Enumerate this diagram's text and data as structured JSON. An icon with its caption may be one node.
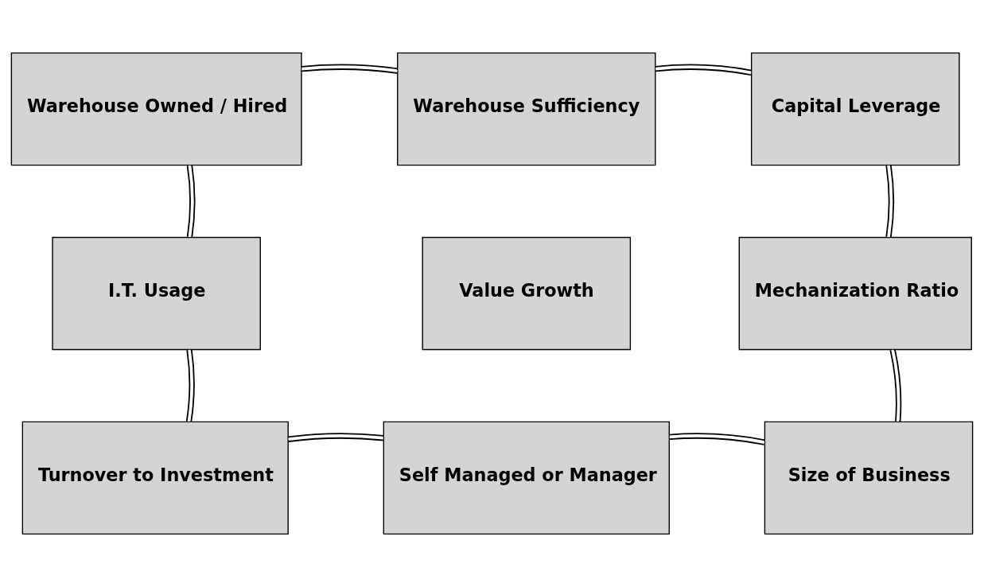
{
  "diagram": {
    "nodes": [
      {
        "text": [
          "Warehouse Owned / Hired"
        ]
      },
      {
        "text": [
          "Warehouse Sufficiency"
        ]
      },
      {
        "text": [
          "Capital Leverage"
        ]
      },
      {
        "text": [
          "I.T. Usage"
        ]
      },
      {
        "text": [
          "Value Growth"
        ]
      },
      {
        "text": [
          "Mechanization Ratio"
        ]
      },
      {
        "text": [
          "Turnover to Investment"
        ]
      },
      {
        "text": [
          "Self Managed or Manager"
        ]
      },
      {
        "text": [
          "Size of Business"
        ]
      }
    ],
    "edges": [
      {
        "from": 0,
        "to": 1,
        "arrow": "none"
      },
      {
        "from": 1,
        "to": 2,
        "arrow": "none"
      },
      {
        "from": 2,
        "to": 5,
        "arrow": "none"
      },
      {
        "from": 5,
        "to": 8,
        "arrow": "none"
      },
      {
        "from": 8,
        "to": 7,
        "arrow": "none"
      },
      {
        "from": 7,
        "to": 6,
        "arrow": "none"
      },
      {
        "from": 6,
        "to": 3,
        "arrow": "none"
      },
      {
        "from": 3,
        "to": 0,
        "arrow": "none"
      }
    ]
  }
}
